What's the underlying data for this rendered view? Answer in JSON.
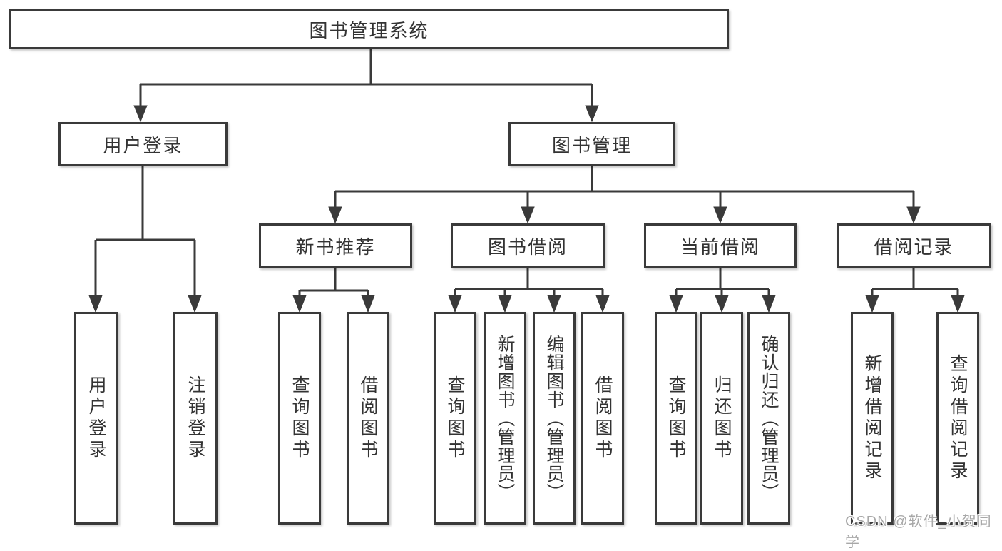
{
  "tree": {
    "label": "图书管理系统",
    "children": [
      {
        "label": "用户登录",
        "children": [
          {
            "label": "用户登录"
          },
          {
            "label": "注销登录"
          }
        ]
      },
      {
        "label": "图书管理",
        "children": [
          {
            "label": "新书推荐",
            "children": [
              {
                "label": "查询图书"
              },
              {
                "label": "借阅图书"
              }
            ]
          },
          {
            "label": "图书借阅",
            "children": [
              {
                "label": "查询图书"
              },
              {
                "label": "新增图书（管理员）"
              },
              {
                "label": "编辑图书（管理员）"
              },
              {
                "label": "借阅图书"
              }
            ]
          },
          {
            "label": "当前借阅",
            "children": [
              {
                "label": "查询图书"
              },
              {
                "label": "归还图书"
              },
              {
                "label": "确认归还（管理员）"
              }
            ]
          },
          {
            "label": "借阅记录",
            "children": [
              {
                "label": "新增借阅记录"
              },
              {
                "label": "查询借阅记录"
              }
            ]
          }
        ]
      }
    ]
  },
  "watermark": {
    "text": "CSDN @软件_小贺同学"
  },
  "colors": {
    "line": "#3a3a3a",
    "text": "#333333",
    "watermark": "#a8a8a8",
    "background": "#ffffff"
  }
}
